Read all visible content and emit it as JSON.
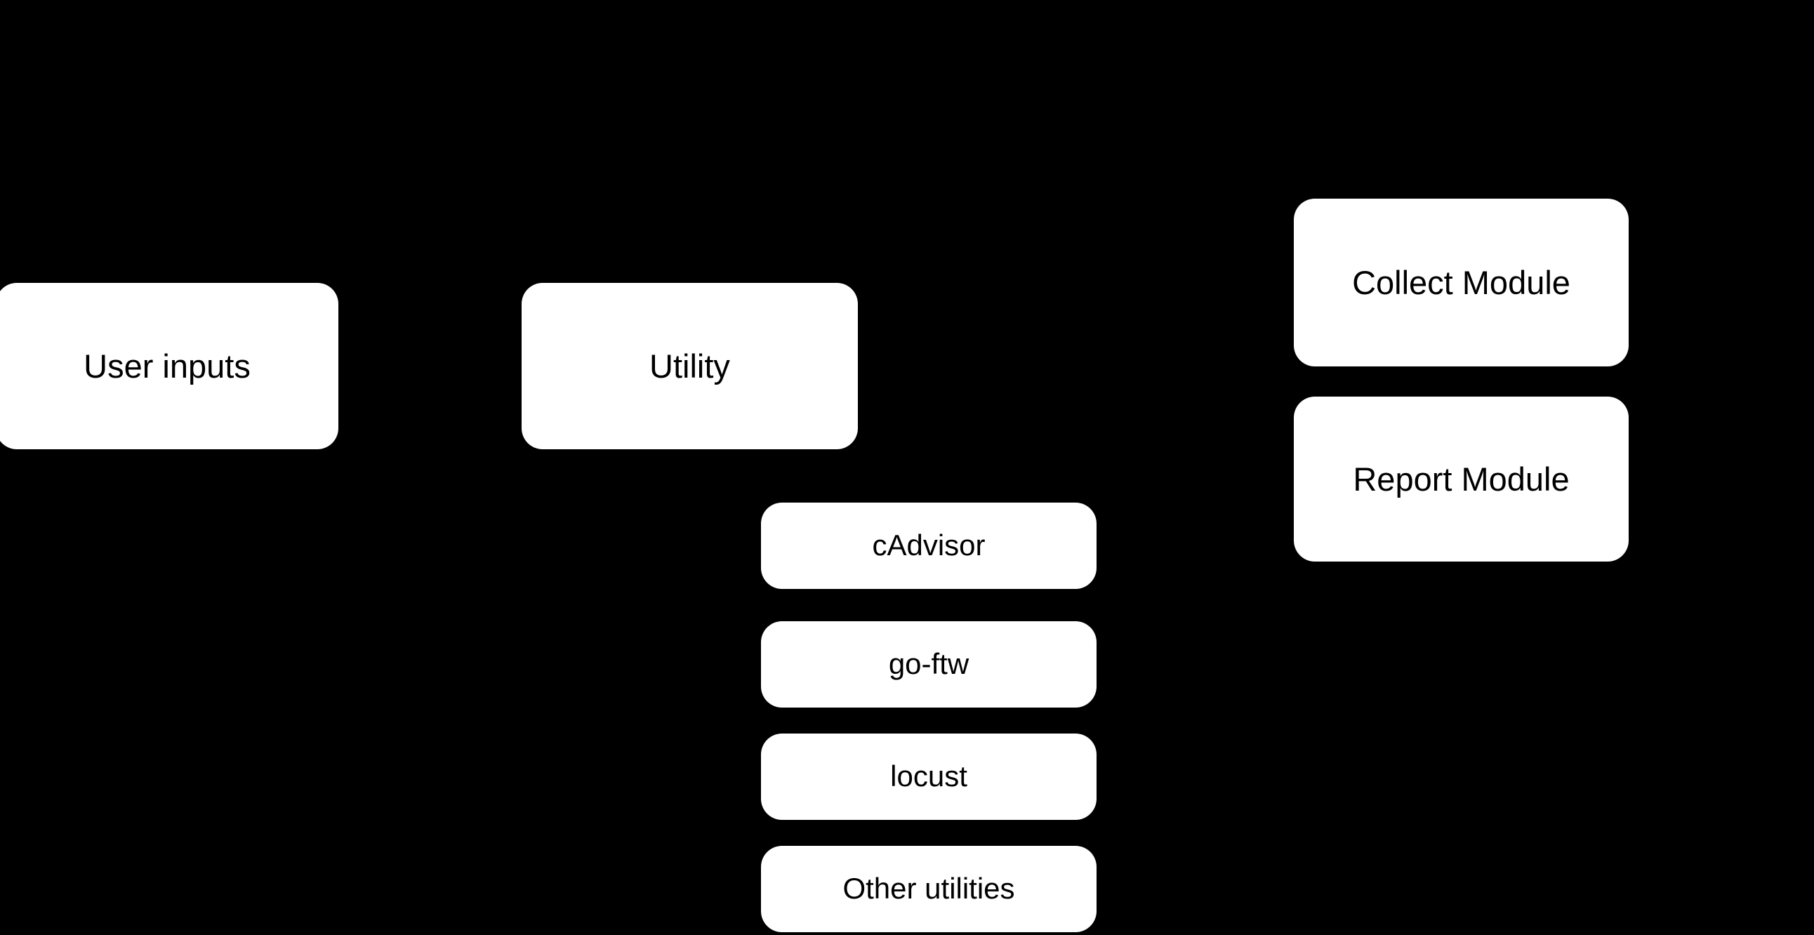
{
  "diagram": {
    "background_color": "#000000",
    "node_fill_color": "#FFFFFF",
    "node_text_color": "#000000",
    "nodes": [
      {
        "id": "user-inputs",
        "label": "User inputs",
        "group": "inputs"
      },
      {
        "id": "utility",
        "label": "Utility",
        "group": "utility"
      },
      {
        "id": "cadvisor",
        "label": "cAdvisor",
        "group": "utility-items"
      },
      {
        "id": "go-ftw",
        "label": "go-ftw",
        "group": "utility-items"
      },
      {
        "id": "locust",
        "label": "locust",
        "group": "utility-items"
      },
      {
        "id": "other-utilities",
        "label": "Other utilities",
        "group": "utility-items"
      },
      {
        "id": "collect-module",
        "label": "Collect Module",
        "group": "modules"
      },
      {
        "id": "report-module",
        "label": "Report Module",
        "group": "modules"
      }
    ]
  }
}
